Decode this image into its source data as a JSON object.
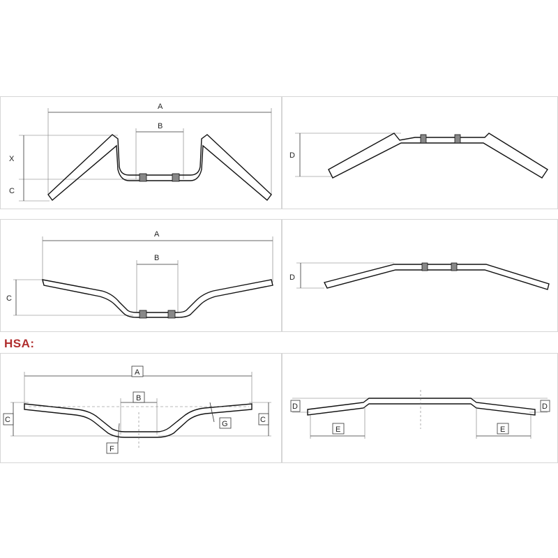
{
  "section": {
    "hsa_label": "HSA:"
  },
  "labels": {
    "a": "A",
    "b": "B",
    "c": "C",
    "d": "D",
    "e": "E",
    "f": "F",
    "g": "G",
    "x": "X"
  }
}
